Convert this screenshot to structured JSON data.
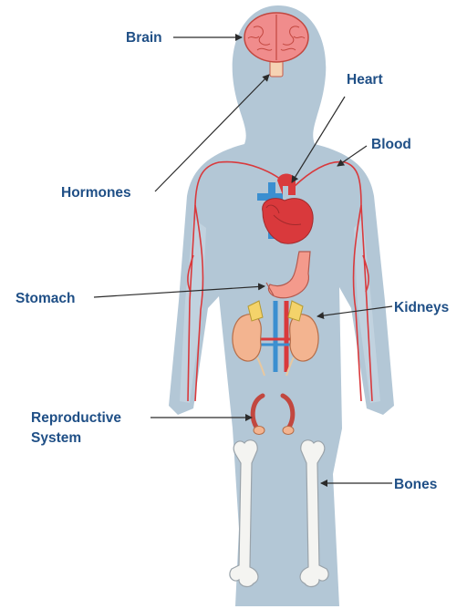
{
  "labels": {
    "brain": "Brain",
    "heart": "Heart",
    "blood": "Blood",
    "hormones": "Hormones",
    "stomach": "Stomach",
    "kidneys": "Kidneys",
    "reproductive_line1": "Reproductive",
    "reproductive_line2": "System",
    "bones": "Bones"
  },
  "colors": {
    "label_text": "#1f4f86",
    "body_silhouette": "#b3c7d6",
    "blood_vessels": "#d9393c",
    "bone": "#f4f4f1"
  }
}
